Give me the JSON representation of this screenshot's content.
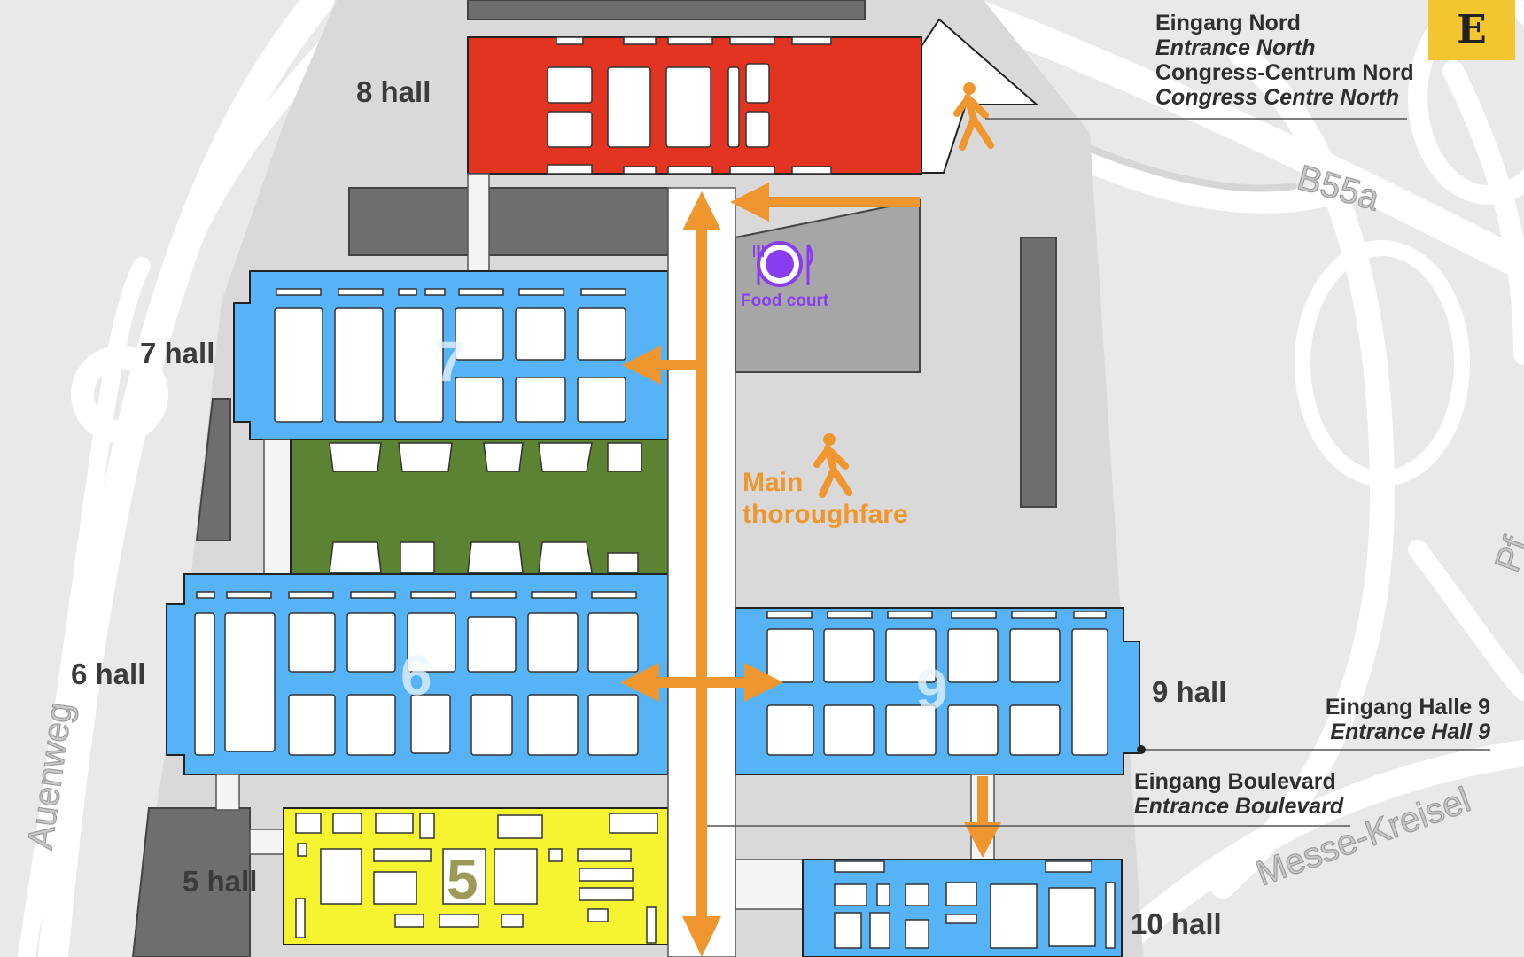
{
  "halls": {
    "h5": {
      "label": "5 hall",
      "number": "5"
    },
    "h6": {
      "label": "6 hall",
      "number": "6"
    },
    "h7": {
      "label": "7 hall",
      "number": "7"
    },
    "h8": {
      "label": "8 hall"
    },
    "h9": {
      "label": "9 hall",
      "number": "9"
    },
    "h10": {
      "label": "10 hall"
    }
  },
  "entrances": {
    "north": {
      "line1": "Eingang Nord",
      "line2": "Entrance North",
      "line3": "Congress-Centrum Nord",
      "line4": "Congress Centre North"
    },
    "hall9": {
      "line1": "Eingang Halle 9",
      "line2": "Entrance Hall 9"
    },
    "boulevard": {
      "line1": "Eingang Boulevard",
      "line2": "Entrance Boulevard"
    }
  },
  "roads": {
    "b55a": "B55a",
    "auenweg": "Auenweg",
    "messe_kreisel": "Messe-Kreisel",
    "edge": "Pf"
  },
  "amenities": {
    "food_court": "Food court",
    "thoroughfare_line1": "Main",
    "thoroughfare_line2": "thoroughfare"
  },
  "badge": {
    "letter": "E"
  },
  "colors": {
    "hall_blue": "#56b3f5",
    "hall8_red": "#e33422",
    "green_block": "#5b8331",
    "hall5_yellow": "#f6f430",
    "route_orange": "#f0962f",
    "food_purple": "#8a3df0",
    "badge_yellow": "#f3c531"
  },
  "icons": [
    "walking-person-icon",
    "food-court-icon",
    "entrance-dot-icon"
  ]
}
